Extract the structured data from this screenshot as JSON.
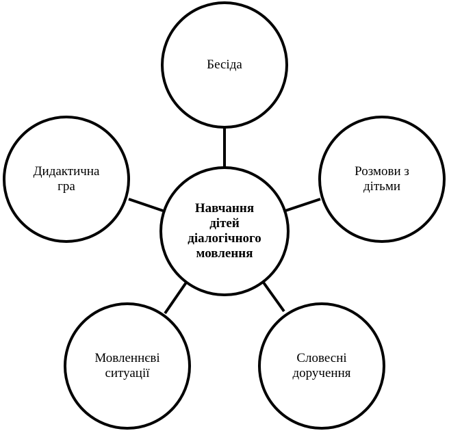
{
  "diagram": {
    "center": {
      "lines": [
        "Навчання",
        "дітей",
        "діалогічного",
        "мовлення"
      ]
    },
    "nodes": [
      {
        "lines": [
          "Бесіда"
        ]
      },
      {
        "lines": [
          "Розмови з",
          "дітьми"
        ]
      },
      {
        "lines": [
          "Словесні",
          "доручення"
        ]
      },
      {
        "lines": [
          "Мовленнєві",
          "ситуації"
        ]
      },
      {
        "lines": [
          "Дидактична",
          "гра"
        ]
      }
    ],
    "colors": {
      "stroke": "#000000",
      "fill": "#ffffff",
      "text": "#000000"
    }
  }
}
